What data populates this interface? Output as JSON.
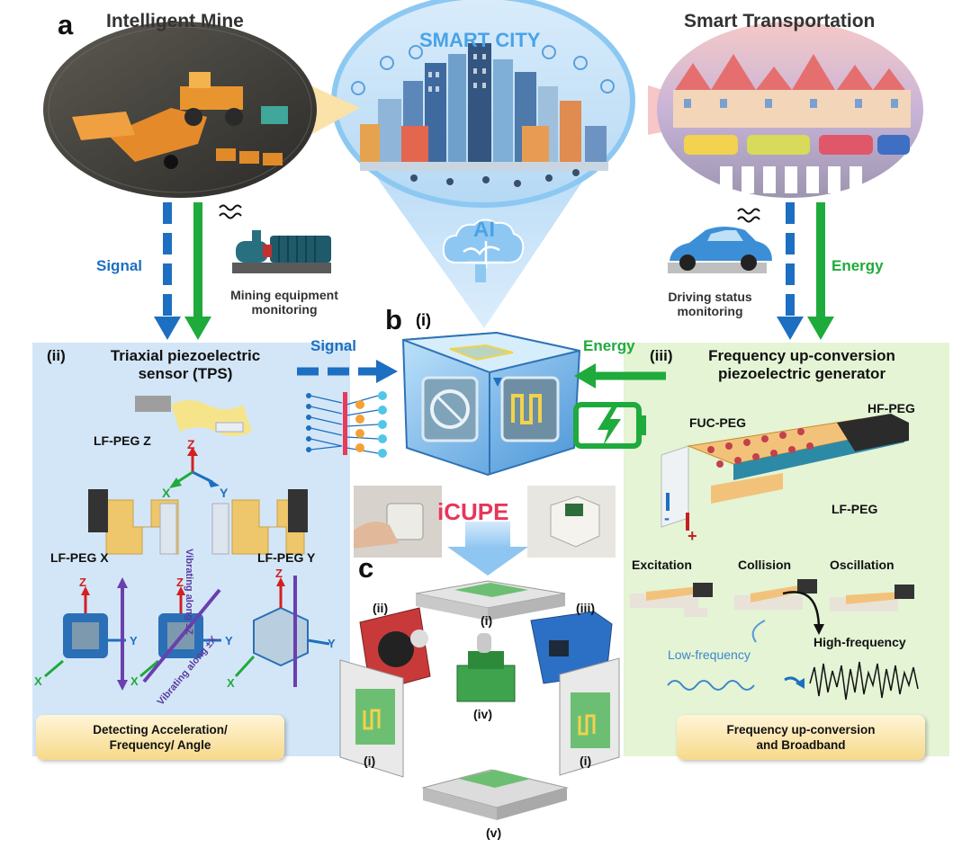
{
  "panel_labels": {
    "a": "a",
    "b": "b",
    "c": "c"
  },
  "sections": {
    "intelligent_mine": "Intelligent Mine",
    "smart_transportation": "Smart Transportation",
    "smart_city": "SMART CITY",
    "ai": "AI"
  },
  "arrows": {
    "signal_left": "Signal",
    "signal_center": "Signal",
    "energy_right": "Energy",
    "energy_center": "Energy"
  },
  "monitoring": {
    "mining_line1": "Mining equipment",
    "mining_line2": "monitoring",
    "driving_line1": "Driving status",
    "driving_line2": "monitoring"
  },
  "cube": {
    "label_i": "(i)",
    "name": "iCUPE"
  },
  "tps": {
    "number": "(ii)",
    "title_line1": "Triaxial piezoelectric",
    "title_line2": "sensor (TPS)",
    "lfpeg_z": "LF-PEG Z",
    "lfpeg_x": "LF-PEG X",
    "lfpeg_y": "LF-PEG Y",
    "axis_x": "X",
    "axis_y": "Y",
    "axis_z": "Z",
    "vib_z": "Vibrating along ±Z",
    "vib_x": "Vibrating along ±X",
    "summary_line1": "Detecting Acceleration/",
    "summary_line2": "Frequency/ Angle"
  },
  "fucpeg": {
    "number": "(iii)",
    "title_line1": "Frequency up-conversion",
    "title_line2": "piezoelectric generator",
    "fuc_peg": "FUC-PEG",
    "hf_peg": "HF-PEG",
    "lf_peg": "LF-PEG",
    "minus": "-",
    "plus": "+",
    "excitation": "Excitation",
    "collision": "Collision",
    "oscillation": "Oscillation",
    "low_freq": "Low-frequency",
    "high_freq": "High-frequency",
    "summary_line1": "Frequency up-conversion",
    "summary_line2": "and  Broadband"
  },
  "exploded": {
    "top_i": "(i)",
    "left_ii": "(ii)",
    "right_iii": "(iii)",
    "center_iv": "(iv)",
    "left_i": "(i)",
    "right_i": "(i)",
    "bottom_v": "(v)"
  },
  "colors": {
    "signal_blue": "#1d6fc1",
    "energy_green": "#1faa3c",
    "panel_blue": "#d3e6f7",
    "panel_green": "#e4f4d5",
    "city_blue": "#6ab4ee",
    "pcb_red": "#c83a3a",
    "pcb_blue": "#2c70c6",
    "pcb_green": "#3fa34d"
  }
}
